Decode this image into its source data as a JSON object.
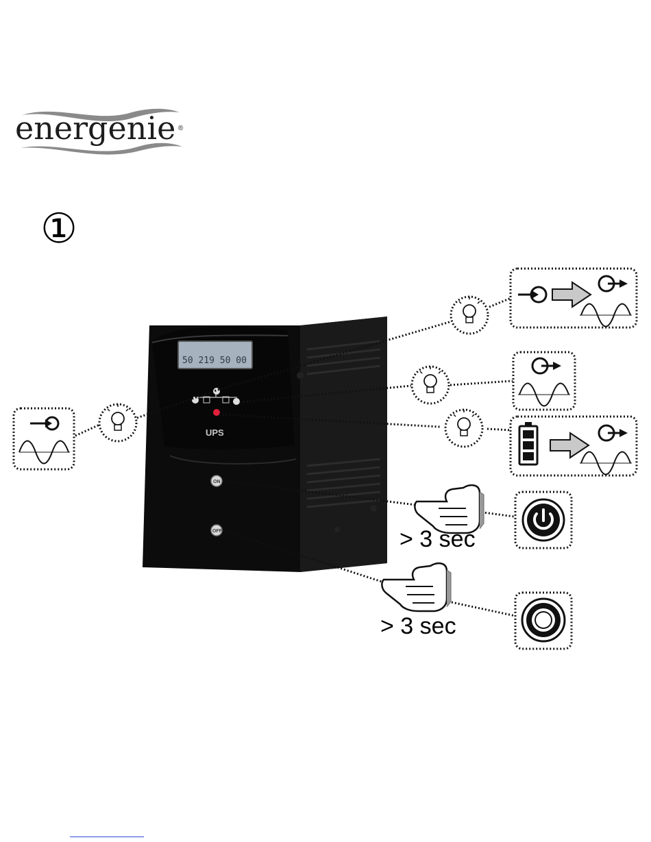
{
  "brand": {
    "logo_text": "energenie",
    "registered_mark": "®"
  },
  "step": {
    "number_symbol": "①"
  },
  "device": {
    "front_label": "UPS",
    "button_on": "ON",
    "button_off": "OFF"
  },
  "icons": {
    "input_mode": [
      "input-arrow-icon",
      "sine-wave-icon"
    ],
    "bypass_mode": [
      "input-arrow-icon",
      "right-arrow-icon",
      "output-arrow-icon",
      "sine-wave-icon"
    ],
    "inverter_mode": [
      "output-arrow-icon",
      "sine-wave-icon"
    ],
    "battery_mode": [
      "battery-icon",
      "right-arrow-icon",
      "output-arrow-icon",
      "sine-wave-icon"
    ],
    "indicator": "light-bulb-icon",
    "press": "pointing-hand-icon",
    "power_on": "power-on-icon",
    "power_off": "power-off-icon"
  },
  "instructions": {
    "on_hold": "> 3 sec",
    "off_hold": "> 3 sec"
  },
  "colors": {
    "ink": "#111111",
    "device_body": "#141414",
    "battery_led": "#e0203a",
    "footer_link": "#2a4ad8"
  }
}
